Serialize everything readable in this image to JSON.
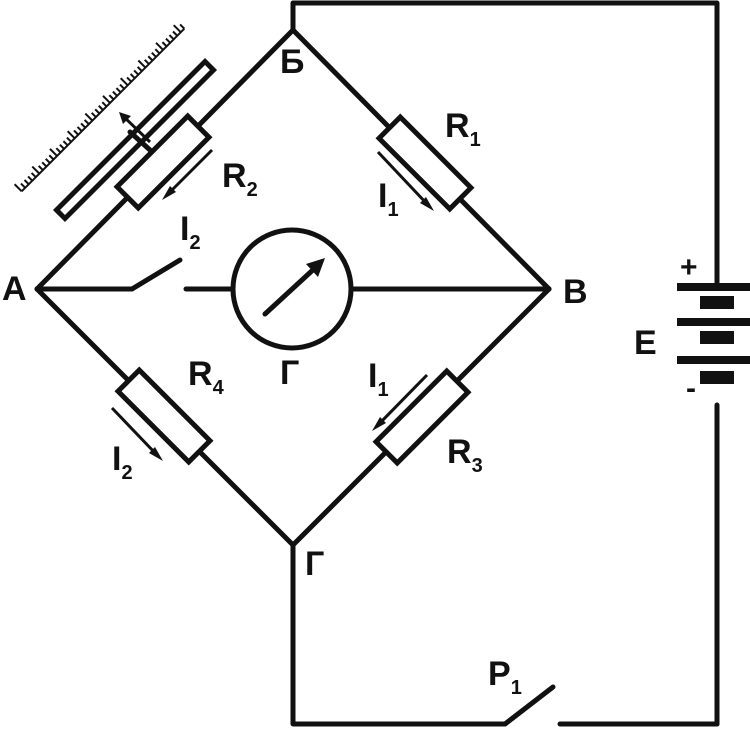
{
  "nodes": {
    "a": "А",
    "b": "Б",
    "v": "В",
    "g": "Г"
  },
  "galvanometer": "Г",
  "resistors": {
    "r1": {
      "letter": "R",
      "index": "1"
    },
    "r2": {
      "letter": "R",
      "index": "2"
    },
    "r3": {
      "letter": "R",
      "index": "3"
    },
    "r4": {
      "letter": "R",
      "index": "4"
    }
  },
  "currents": {
    "i1_top": {
      "letter": "I",
      "index": "1"
    },
    "i2_top": {
      "letter": "I",
      "index": "2"
    },
    "i1_bottom": {
      "letter": "I",
      "index": "1"
    },
    "i2_bottom": {
      "letter": "I",
      "index": "2"
    }
  },
  "battery": {
    "label": "E",
    "plus": "+",
    "minus": "-"
  },
  "switch_p1": {
    "letter": "P",
    "index": "1"
  }
}
